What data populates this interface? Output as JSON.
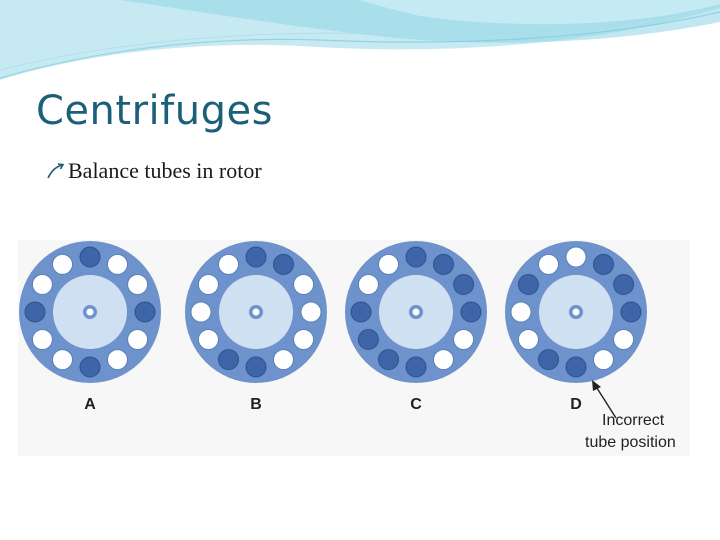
{
  "title": "Centrifuges",
  "bullet": {
    "icon": "bullet-arrow-icon",
    "text": "Balance tubes in rotor"
  },
  "colors": {
    "title": "#1b5f78",
    "rotor_ring": "#6e93cc",
    "rotor_center": "#cfe0f3",
    "tube_filled": "#3e65a8",
    "tube_empty": "#ffffff",
    "header_wave": "#9fd4e4"
  },
  "figure": {
    "rotors": [
      {
        "label": "A",
        "filled": [
          0,
          3,
          6,
          9
        ]
      },
      {
        "label": "B",
        "filled": [
          0,
          1,
          6,
          7
        ]
      },
      {
        "label": "C",
        "filled": [
          0,
          1,
          2,
          3,
          6,
          7,
          8,
          9
        ]
      },
      {
        "label": "D",
        "filled": [
          1,
          2,
          3,
          6,
          7,
          10
        ]
      }
    ],
    "annotation": {
      "line1": "Incorrect",
      "line2": "tube position",
      "points_to_rotor": "D"
    }
  }
}
